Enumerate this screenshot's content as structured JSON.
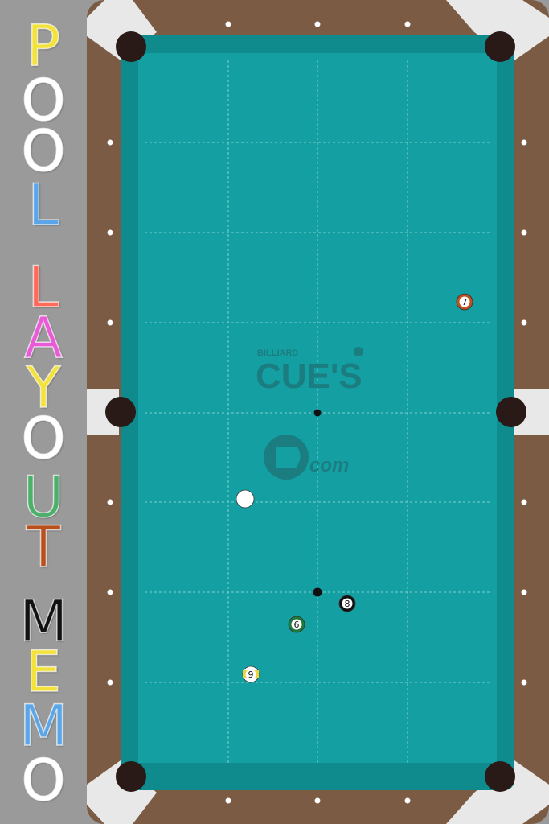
{
  "sidebar": {
    "letters": [
      {
        "char": "P",
        "color": "#f2e23a"
      },
      {
        "char": "O",
        "color": "#ffffff"
      },
      {
        "char": "O",
        "color": "#ffffff"
      },
      {
        "char": "L",
        "color": "#5aa6e8"
      },
      {
        "char": "L",
        "color": "#ff6a5a"
      },
      {
        "char": "A",
        "color": "#e85ad8"
      },
      {
        "char": "Y",
        "color": "#f2e23a"
      },
      {
        "char": "O",
        "color": "#ffffff"
      },
      {
        "char": "U",
        "color": "#4caf6a"
      },
      {
        "char": "T",
        "color": "#b8501e"
      },
      {
        "char": "M",
        "color": "#111111"
      },
      {
        "char": "E",
        "color": "#f2e23a"
      },
      {
        "char": "M",
        "color": "#5aa6e8"
      },
      {
        "char": "O",
        "color": "#ffffff"
      }
    ]
  },
  "table": {
    "felt_color": "#14a0a3",
    "rail_color": "#7c5b44",
    "corner_color": "#e8e8e8",
    "logo": {
      "small": "BILLIARD",
      "big": "CUE'S",
      "brand": "com"
    }
  },
  "balls": [
    {
      "id": "cue",
      "label": "",
      "color": "#ffffff",
      "stripe": false
    },
    {
      "id": "7",
      "label": "7",
      "color": "#c0501e",
      "stripe": false
    },
    {
      "id": "8",
      "label": "8",
      "color": "#111111",
      "stripe": false
    },
    {
      "id": "6",
      "label": "6",
      "color": "#1e7a3a",
      "stripe": false
    },
    {
      "id": "9",
      "label": "9",
      "color": "#f2d23a",
      "stripe": true
    }
  ]
}
